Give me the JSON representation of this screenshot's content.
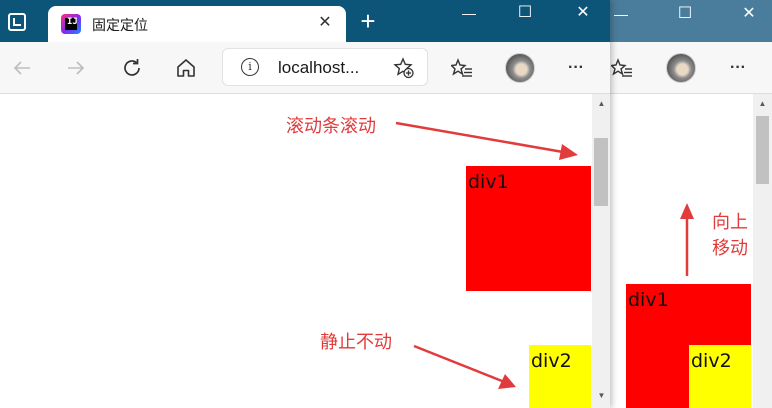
{
  "front_window": {
    "tab": {
      "title": "固定定位",
      "close_glyph": "✕"
    },
    "new_tab_glyph": "+",
    "window_controls": {
      "minimize": "—",
      "maximize": "☐",
      "close": "✕"
    },
    "address_bar": {
      "url": "localhost..."
    },
    "more_glyph": "···",
    "content": {
      "div1_label": "div1",
      "div2_label": "div2"
    }
  },
  "back_window": {
    "window_controls": {
      "minimize": "—",
      "maximize": "☐",
      "close": "✕"
    },
    "more_glyph": "···",
    "content": {
      "div1_label": "div1",
      "div2_label": "div2"
    }
  },
  "annotations": {
    "scroll_label": "滚动条滚动",
    "static_label": "静止不动",
    "move_up_line1": "向上",
    "move_up_line2": "移动"
  },
  "icons": {
    "browser_app": "browser-app-icon",
    "back": "back-arrow-icon",
    "forward": "forward-arrow-icon",
    "refresh": "refresh-icon",
    "home": "home-icon",
    "info": "info-icon",
    "add_favorite": "star-add-icon",
    "favorites": "favorites-list-icon",
    "more": "more-icon"
  },
  "colors": {
    "titlebar_active": "#0d5479",
    "titlebar_inactive": "#4a7d9c",
    "div1": "#ff0000",
    "div2": "#ffff00",
    "annotation": "#e23b3b"
  }
}
